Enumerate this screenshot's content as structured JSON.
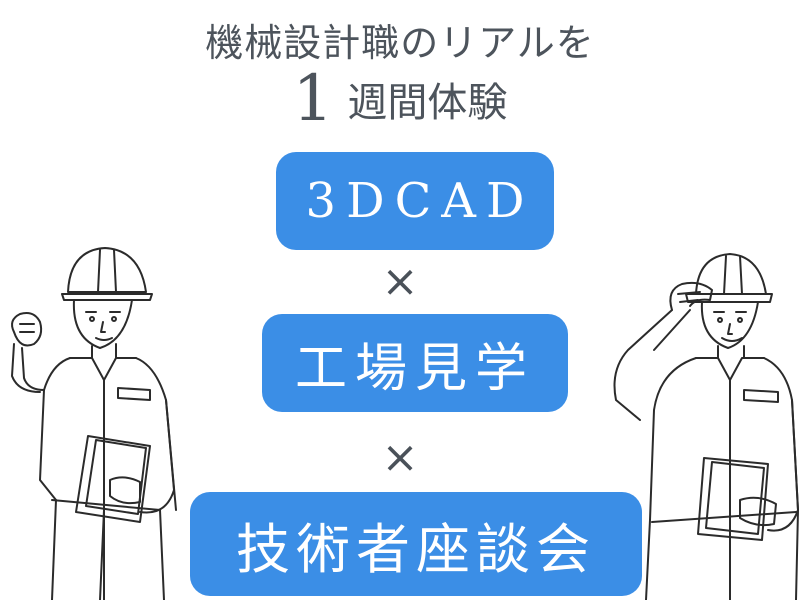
{
  "headline": {
    "line1": "機械設計職のリアルを",
    "number": "1",
    "line2": "週間体験"
  },
  "items": [
    "3DCAD",
    "工場見学",
    "技術者座談会"
  ],
  "separator": "×",
  "colors": {
    "pill_bg": "#3b8ee6",
    "pill_text": "#ffffff",
    "text": "#4d545c"
  }
}
